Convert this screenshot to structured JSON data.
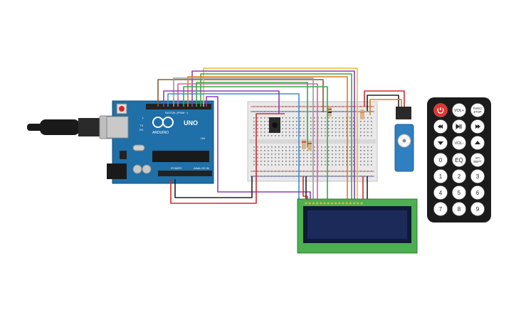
{
  "arduino": {
    "brand": "ARDUINO",
    "model": "UNO",
    "digital_header": "DIGITAL (PWM ~)",
    "power_header": "POWER",
    "analog_header": "ANALOG IN",
    "tx_label": "TX",
    "rx_label": "RX",
    "l_label": "L",
    "on_label": "ON"
  },
  "remote": {
    "buttons": [
      {
        "label": "",
        "icon": "power-icon",
        "color": "#e8322c"
      },
      {
        "label": "VOL+"
      },
      {
        "label": "FUNC/\nSTOP"
      },
      {
        "label": "",
        "icon": "rewind-icon"
      },
      {
        "label": "",
        "icon": "play-pause-icon"
      },
      {
        "label": "",
        "icon": "fast-forward-icon"
      },
      {
        "label": "",
        "icon": "down-icon"
      },
      {
        "label": "VOL-"
      },
      {
        "label": "",
        "icon": "up-icon"
      },
      {
        "label": "0"
      },
      {
        "label": "EQ"
      },
      {
        "label": "ST/\nREPT"
      },
      {
        "label": "1"
      },
      {
        "label": "2"
      },
      {
        "label": "3"
      },
      {
        "label": "4"
      },
      {
        "label": "5"
      },
      {
        "label": "6"
      },
      {
        "label": "7"
      },
      {
        "label": "8"
      },
      {
        "label": "9"
      }
    ]
  },
  "colors": {
    "board": "#1f6fa8",
    "lcd_pcb": "#4caf50",
    "lcd_screen": "#1c2a5a",
    "wire_red": "#d22a2a",
    "wire_black": "#222222",
    "wire_yellow": "#e3c12c",
    "wire_green": "#3ca74a",
    "wire_purple": "#8e3fb3",
    "wire_orange": "#e07b22",
    "wire_brown": "#8a5a2b",
    "wire_blue": "#3a8fd6",
    "wire_pink": "#e05aa6",
    "wire_grey": "#9a9a9a"
  }
}
